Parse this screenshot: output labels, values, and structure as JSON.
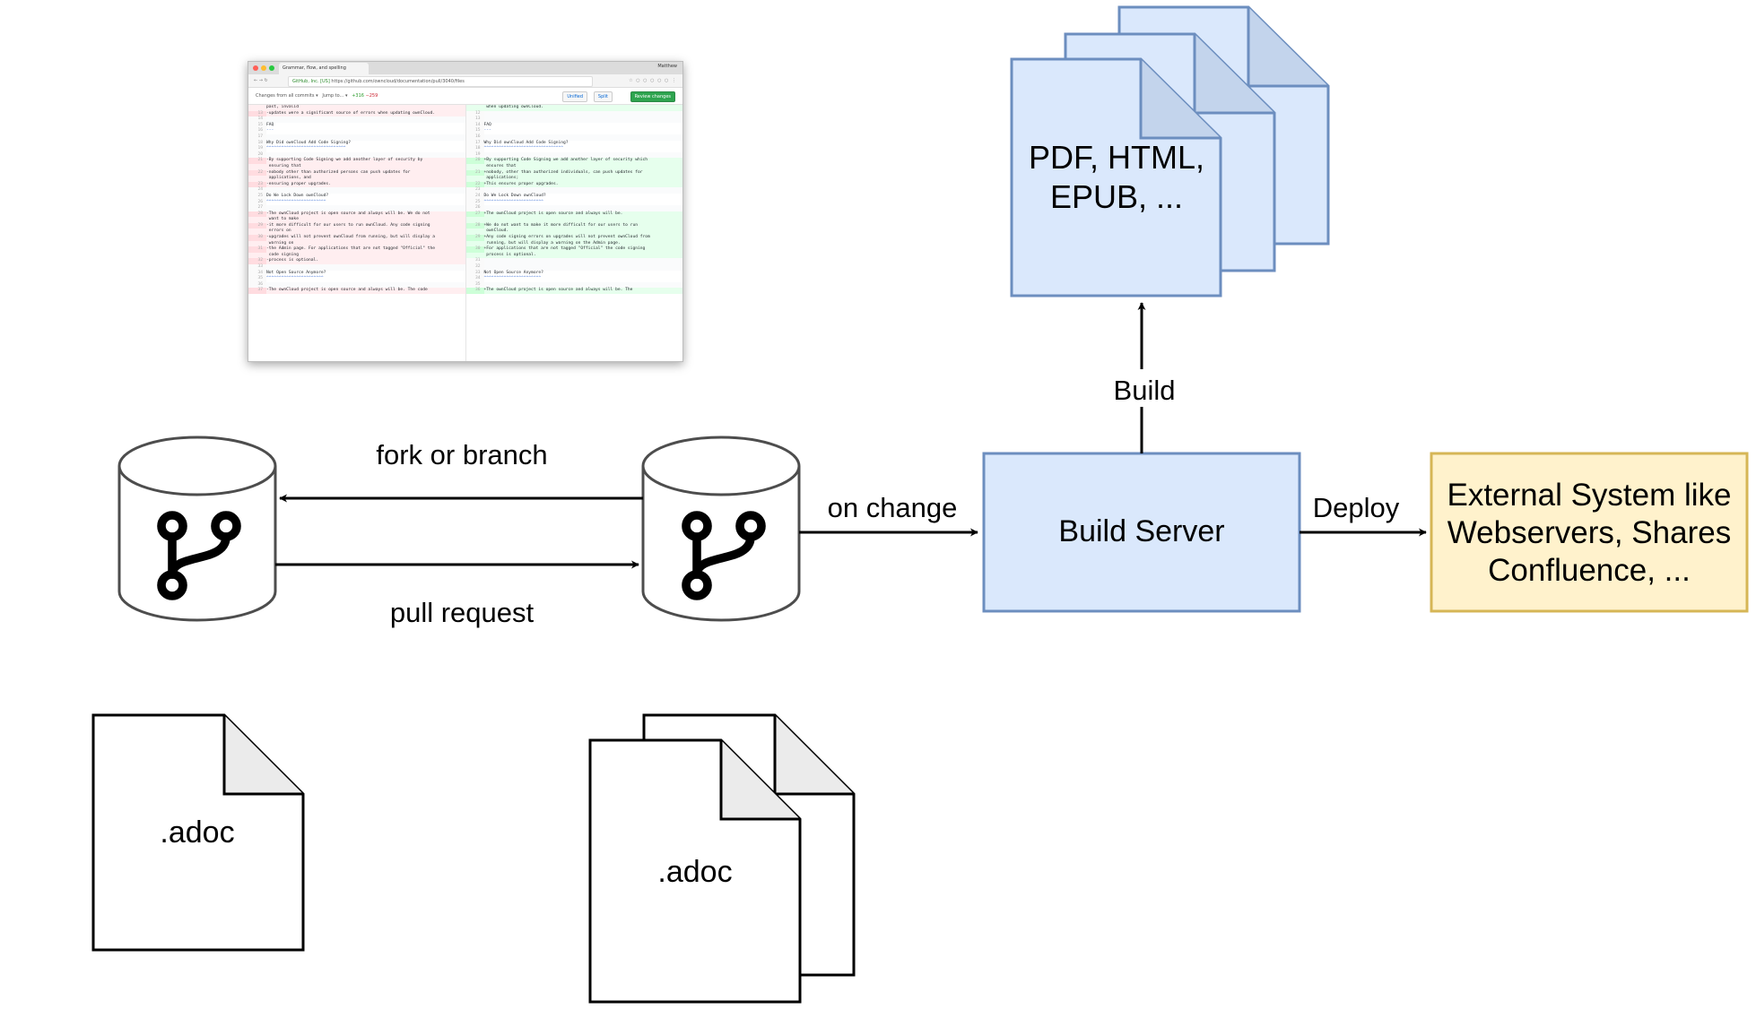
{
  "diagram": {
    "labels": {
      "fork_or_branch": "fork or branch",
      "pull_request": "pull request",
      "on_change": "on change",
      "build_server": "Build Server",
      "build": "Build",
      "deploy": "Deploy",
      "outputs_line1": "PDF, HTML,",
      "outputs_line2": "EPUB, ...",
      "external_line1": "External System like",
      "external_line2": "Webservers, Shares",
      "external_line3": "Confluence, ...",
      "adoc_left": ".adoc",
      "adoc_right": ".adoc"
    },
    "colors": {
      "build_server_fill": "#dae8fc",
      "build_server_stroke": "#6c8ebf",
      "external_fill": "#fff2cc",
      "external_stroke": "#d6b656",
      "stroke": "#000000"
    },
    "icons": {
      "repo_left": "git-branch-icon",
      "repo_right": "git-branch-icon"
    }
  },
  "screenshot": {
    "tab_title": "Grammar, flow, and spelling",
    "user": "Matthew",
    "url_secure": "GitHub, Inc. [US]",
    "url": "https://github.com/owncloud/documentation/pull/3040/files",
    "changes_from": "Changes from all commits",
    "jump_to": "Jump to...",
    "additions": "+316",
    "deletions": "−259",
    "btn_unified": "Unified",
    "btn_split": "Split",
    "btn_review": "Review changes",
    "left_lines": [
      {
        "n": "",
        "t": "past, invalid",
        "k": "del"
      },
      {
        "n": "13",
        "t": "-updates were a significant source of errors when updating ownCloud.",
        "k": "del"
      },
      {
        "n": "14",
        "t": "",
        "k": ""
      },
      {
        "n": "15",
        "t": "FAQ",
        "k": ""
      },
      {
        "n": "16",
        "t": "---",
        "k": "ul"
      },
      {
        "n": "17",
        "t": "",
        "k": ""
      },
      {
        "n": "18",
        "t": "Why Did ownCloud Add Code Signing?",
        "k": ""
      },
      {
        "n": "19",
        "t": "^^^^^^^^^^^^^^^^^^^^^^^^^^^^^^^^",
        "k": "ul"
      },
      {
        "n": "20",
        "t": "",
        "k": ""
      },
      {
        "n": "21",
        "t": "-By supporting Code Signing we add another layer of security by",
        "k": "del"
      },
      {
        "n": "",
        "t": " ensuring that",
        "k": "del"
      },
      {
        "n": "22",
        "t": "-nobody other than authorized persons can push updates for",
        "k": "del"
      },
      {
        "n": "",
        "t": " applications, and",
        "k": "del"
      },
      {
        "n": "23",
        "t": "-ensuring proper upgrades.",
        "k": "del"
      },
      {
        "n": "24",
        "t": "",
        "k": ""
      },
      {
        "n": "25",
        "t": "Do We Lock Down ownCloud?",
        "k": ""
      },
      {
        "n": "26",
        "t": "^^^^^^^^^^^^^^^^^^^^^^^^",
        "k": "ul"
      },
      {
        "n": "27",
        "t": "",
        "k": ""
      },
      {
        "n": "28",
        "t": "-The ownCloud project is open source and always will be. We do not",
        "k": "del"
      },
      {
        "n": "",
        "t": " want to make",
        "k": "del"
      },
      {
        "n": "29",
        "t": "-it more difficult for our users to run ownCloud. Any code signing",
        "k": "del"
      },
      {
        "n": "",
        "t": " errors on",
        "k": "del"
      },
      {
        "n": "30",
        "t": "-upgrades will not prevent ownCloud from running, but will display a",
        "k": "del"
      },
      {
        "n": "",
        "t": " warning on",
        "k": "del"
      },
      {
        "n": "31",
        "t": "-the Admin page. For applications that are not tagged \"Official\" the",
        "k": "del"
      },
      {
        "n": "",
        "t": " code signing",
        "k": "del"
      },
      {
        "n": "32",
        "t": "-process is optional.",
        "k": "del"
      },
      {
        "n": "33",
        "t": "",
        "k": ""
      },
      {
        "n": "34",
        "t": "Not Open Source Anymore?",
        "k": ""
      },
      {
        "n": "35",
        "t": "^^^^^^^^^^^^^^^^^^^^^^^",
        "k": "ul"
      },
      {
        "n": "36",
        "t": "",
        "k": ""
      },
      {
        "n": "37",
        "t": "-The ownCloud project is open source and always will be. The code",
        "k": "del"
      }
    ],
    "right_lines": [
      {
        "n": "",
        "t": " when updating ownCloud.",
        "k": "add"
      },
      {
        "n": "12",
        "t": "",
        "k": ""
      },
      {
        "n": "13",
        "t": "",
        "k": ""
      },
      {
        "n": "14",
        "t": "FAQ",
        "k": ""
      },
      {
        "n": "15",
        "t": "---",
        "k": "ul"
      },
      {
        "n": "16",
        "t": "",
        "k": ""
      },
      {
        "n": "17",
        "t": "Why Did ownCloud Add Code Signing?",
        "k": ""
      },
      {
        "n": "18",
        "t": "^^^^^^^^^^^^^^^^^^^^^^^^^^^^^^^^",
        "k": "ul"
      },
      {
        "n": "19",
        "t": "",
        "k": ""
      },
      {
        "n": "20",
        "t": "+By supporting Code Signing we add another layer of security which",
        "k": "add"
      },
      {
        "n": "",
        "t": " ensures that",
        "k": "add"
      },
      {
        "n": "21",
        "t": "+nobody, other than authorized individuals, can push updates for",
        "k": "add"
      },
      {
        "n": "",
        "t": " applications;",
        "k": "add"
      },
      {
        "n": "22",
        "t": "+This ensures proper upgrades.",
        "k": "add"
      },
      {
        "n": "23",
        "t": "",
        "k": ""
      },
      {
        "n": "24",
        "t": "Do We Lock Down ownCloud?",
        "k": ""
      },
      {
        "n": "25",
        "t": "^^^^^^^^^^^^^^^^^^^^^^^^",
        "k": "ul"
      },
      {
        "n": "26",
        "t": "",
        "k": ""
      },
      {
        "n": "27",
        "t": "+The ownCloud project is open source and always will be.",
        "k": "add"
      },
      {
        "n": "",
        "t": "",
        "k": "add"
      },
      {
        "n": "28",
        "t": "+We do not want to make it more difficult for our users to run",
        "k": "add"
      },
      {
        "n": "",
        "t": " ownCloud.",
        "k": "add"
      },
      {
        "n": "29",
        "t": "+Any code signing errors on upgrades will not prevent ownCloud from",
        "k": "add"
      },
      {
        "n": "",
        "t": " running, but will display a warning on the Admin page.",
        "k": "add"
      },
      {
        "n": "30",
        "t": "+For applications that are not tagged \"Official\" the code signing",
        "k": "add"
      },
      {
        "n": "",
        "t": " process is optional.",
        "k": "add"
      },
      {
        "n": "31",
        "t": "",
        "k": ""
      },
      {
        "n": "32",
        "t": "",
        "k": ""
      },
      {
        "n": "33",
        "t": "Not Open Source Anymore?",
        "k": ""
      },
      {
        "n": "34",
        "t": "^^^^^^^^^^^^^^^^^^^^^^^",
        "k": "ul"
      },
      {
        "n": "35",
        "t": "",
        "k": ""
      },
      {
        "n": "36",
        "t": "+The ownCloud project is open source and always will be. The",
        "k": "add"
      }
    ]
  }
}
